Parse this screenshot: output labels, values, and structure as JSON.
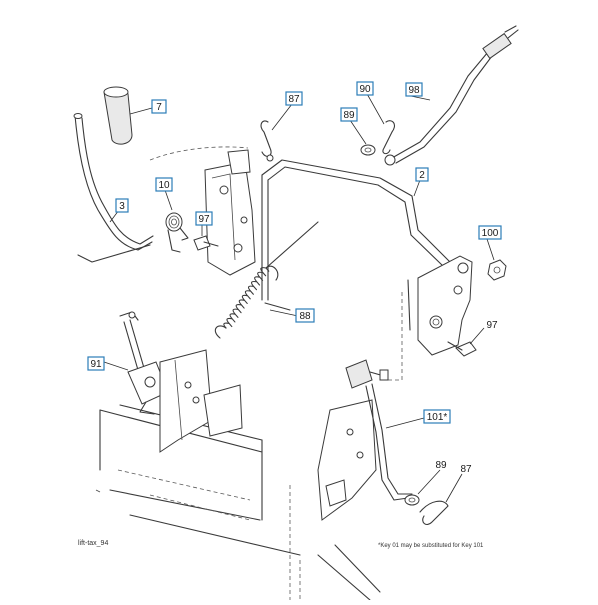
{
  "diagram": {
    "reference_code": "lift-tax_94",
    "footnote": "*Key 01 may be substituted for Key 101",
    "callouts": [
      {
        "id": "c7",
        "label": "7",
        "boxed": true
      },
      {
        "id": "c87a",
        "label": "87",
        "boxed": true
      },
      {
        "id": "c90",
        "label": "90",
        "boxed": true
      },
      {
        "id": "c98",
        "label": "98",
        "boxed": true
      },
      {
        "id": "c89a",
        "label": "89",
        "boxed": true
      },
      {
        "id": "c10",
        "label": "10",
        "boxed": true
      },
      {
        "id": "c3",
        "label": "3",
        "boxed": true
      },
      {
        "id": "c97a",
        "label": "97",
        "boxed": true
      },
      {
        "id": "c2",
        "label": "2",
        "boxed": true
      },
      {
        "id": "c100",
        "label": "100",
        "boxed": true
      },
      {
        "id": "c88",
        "label": "88",
        "boxed": true
      },
      {
        "id": "c97b",
        "label": "97",
        "boxed": false
      },
      {
        "id": "c91",
        "label": "91",
        "boxed": true
      },
      {
        "id": "c101",
        "label": "101*",
        "boxed": true
      },
      {
        "id": "c89b",
        "label": "89",
        "boxed": false
      },
      {
        "id": "c87b",
        "label": "87",
        "boxed": false
      }
    ]
  }
}
